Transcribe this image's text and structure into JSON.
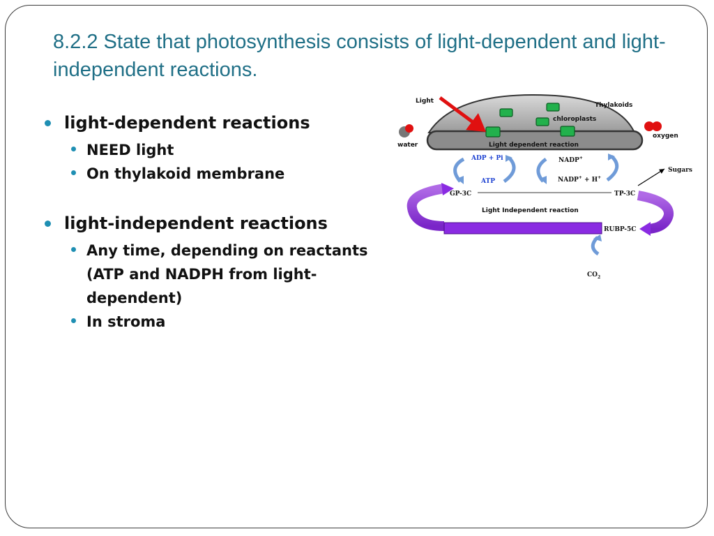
{
  "title": "8.2.2 State that photosynthesis consists of light-dependent and light-independent reactions.",
  "bullets": [
    {
      "text": "light-dependent reactions",
      "sub": [
        "NEED light",
        "On thylakoid membrane"
      ]
    },
    {
      "text": "light-independent reactions",
      "sub": [
        "Any time, depending on reactants (ATP and NADPH from light-dependent)",
        "In stroma"
      ]
    }
  ],
  "diagram": {
    "light": "Light",
    "thylakoids": "Thylakoids",
    "chloroplasts": "chloroplasts",
    "water": "water",
    "oxygen": "oxygen",
    "light_dependent": "Light dependent reaction",
    "adp_pi": "ADP + Pi",
    "atp": "ATP",
    "nadp": "NADP",
    "nadph": "NADP",
    "nadph_h": " + H",
    "sup_plus": "+",
    "sugars": "Sugars",
    "gp3c": "GP-3C",
    "tp3c": "TP-3C",
    "light_independent": "Light Independent reaction",
    "rubp": "RUBP-5C",
    "co2": "CO",
    "co2_sub": "2",
    "colors": {
      "accent": "#1f6f86",
      "bullet": "#1f8fb3",
      "cycle_purple": "#8a2be2",
      "arrow_blue": "#6f9bd8",
      "chloroplast_green": "#22b14c",
      "light_arrow": "#e01010",
      "oxygen_red": "#e01010"
    }
  }
}
